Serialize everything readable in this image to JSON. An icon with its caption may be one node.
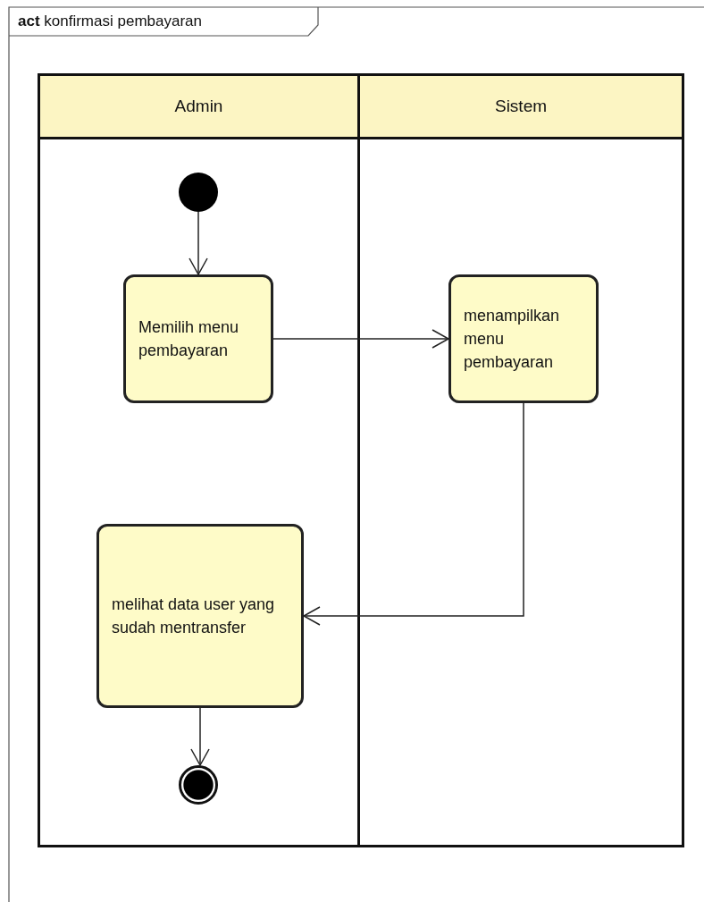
{
  "diagram": {
    "title": "**act** konfirmasi pembayaran",
    "nodes": [
      {
        "text": [
          "Admin"
        ]
      },
      {
        "text": [
          "Sistem"
        ]
      },
      {
        "text": [],
        "shape": "circle",
        "in": 0
      },
      {
        "text": [
          "Memilih menu pembayaran"
        ],
        "in": 0
      },
      {
        "text": [
          "menampilkan menu pembayaran"
        ],
        "in": 1
      },
      {
        "text": [
          "melihat data user yang sudah mentransfer"
        ],
        "in": 0
      },
      {
        "text": [],
        "shape": "circle",
        "in": 0
      }
    ],
    "edges": [
      {
        "from": 2,
        "to": 3,
        "arrow": "to"
      },
      {
        "from": 3,
        "to": 4,
        "arrow": "to"
      },
      {
        "from": 4,
        "to": 5,
        "arrow": "to"
      },
      {
        "from": 5,
        "to": 6,
        "arrow": "to"
      }
    ]
  }
}
